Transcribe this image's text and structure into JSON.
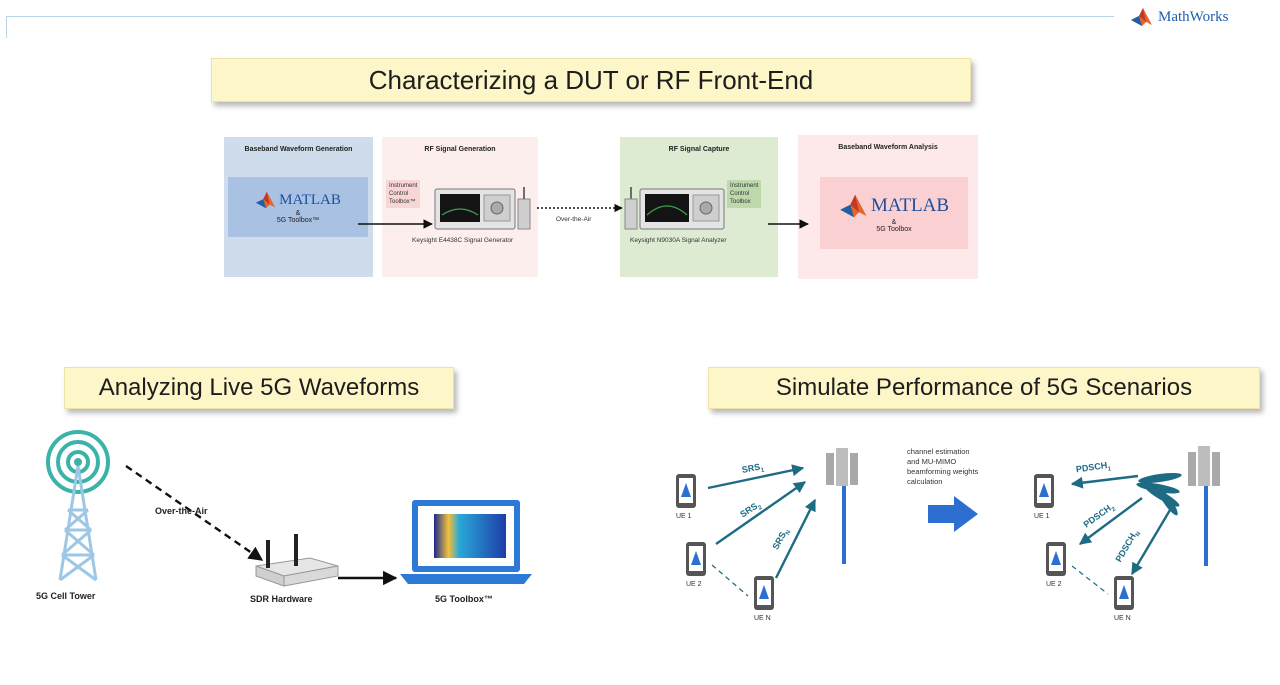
{
  "brand": {
    "name": "MathWorks"
  },
  "banners": {
    "top": "Characterizing a DUT or RF Front-End",
    "left": "Analyzing Live 5G Waveforms",
    "right": "Simulate Performance of 5G Scenarios"
  },
  "pipeline": {
    "gen": {
      "title": "Baseband Waveform Generation",
      "matlab": "MATLAB",
      "amp": "&",
      "toolbox": "5G Toolbox™"
    },
    "rfgen": {
      "title": "RF Signal Generation",
      "ict": [
        "Instrument",
        "Control",
        "Toolbox™"
      ],
      "device": "Keysight E4438C Signal Generator"
    },
    "ota": "Over-the-Air",
    "capture": {
      "title": "RF Signal Capture",
      "ict": [
        "Instrument",
        "Control",
        "Toolbox"
      ],
      "device": "Keysight N9030A Signal Analyzer"
    },
    "analysis": {
      "title": "Baseband Waveform Analysis",
      "matlab": "MATLAB",
      "amp": "&",
      "toolbox": "5G Toolbox"
    }
  },
  "live": {
    "ota": "Over-the-Air",
    "tower": "5G Cell Tower",
    "sdr": "SDR Hardware",
    "toolbox": "5G Toolbox™"
  },
  "sim": {
    "srs": [
      "SRS",
      "SRS",
      "SRS"
    ],
    "srs_sub": [
      "1",
      "2",
      "N"
    ],
    "pdsch": [
      "PDSCH",
      "PDSCH",
      "PDSCH"
    ],
    "pdsch_sub": [
      "1",
      "2",
      "N"
    ],
    "note": [
      "channel estimation",
      "and MU-MIMO",
      "beamforming weights",
      "calculation"
    ],
    "ue": [
      "UE 1",
      "UE 2",
      "UE N"
    ]
  },
  "colors": {
    "matlab_blue": "#1f4f9a",
    "gen_bg": "#cfdcec",
    "gen_box": "#a9c2e4",
    "rfgen_bg": "#fdeeee",
    "capture_bg": "#dcebd2",
    "analysis_bg": "#fde9ea",
    "analysis_box": "#fbd0d2",
    "tower_teal": "#3bb3a8",
    "arrow_teal": "#1e6b84",
    "blue_arrow": "#2c6fd0"
  }
}
